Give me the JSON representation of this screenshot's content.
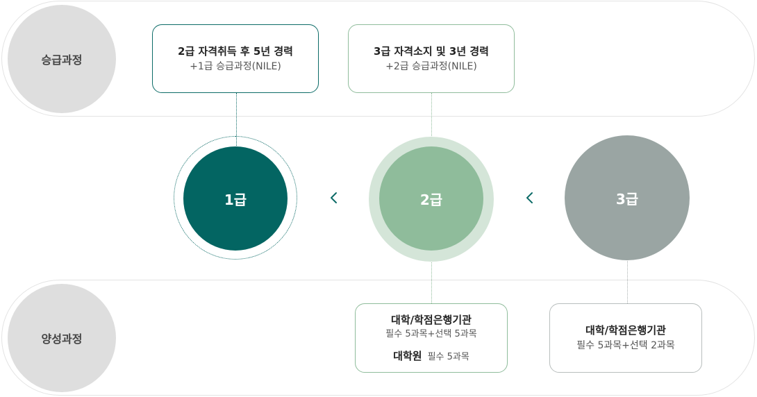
{
  "bands": {
    "promotion": {
      "label": "승급과정"
    },
    "training": {
      "label": "양성과정"
    }
  },
  "boxes": {
    "grade1_promotion": {
      "line1": "2급 자격취득 후 5년 경력",
      "line2": "+1급 승급과정(NILE)"
    },
    "grade2_promotion": {
      "line1": "3급 자격소지 및 3년 경력",
      "line2": "+2급 승급과정(NILE)"
    },
    "grade2_training": {
      "line1": "대학/학점은행기관",
      "line2": "필수 5과목+선택 5과목",
      "line3_title": "대학원",
      "line3_detail": "필수 5과목"
    },
    "grade3_training": {
      "line1": "대학/학점은행기관",
      "line2": "필수 5과목+선택 2과목"
    }
  },
  "grades": {
    "g1": {
      "label": "1급",
      "color": "#036562"
    },
    "g2": {
      "label": "2급",
      "color": "#8fbc9b"
    },
    "g3": {
      "label": "3급",
      "color": "#9aa5a3"
    }
  },
  "icons": {
    "arrow": "chevron-left-icon"
  }
}
